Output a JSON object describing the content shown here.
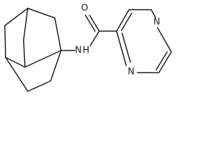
{
  "molecule": {
    "atoms": {
      "oxygen": "O",
      "amide_nitrogen": "N",
      "amide_hydrogen": "H",
      "pyrazine_n1": "N",
      "pyrazine_n4": "N"
    },
    "colors": {
      "bond": "#1a1a1a",
      "background": "#ffffff"
    }
  }
}
